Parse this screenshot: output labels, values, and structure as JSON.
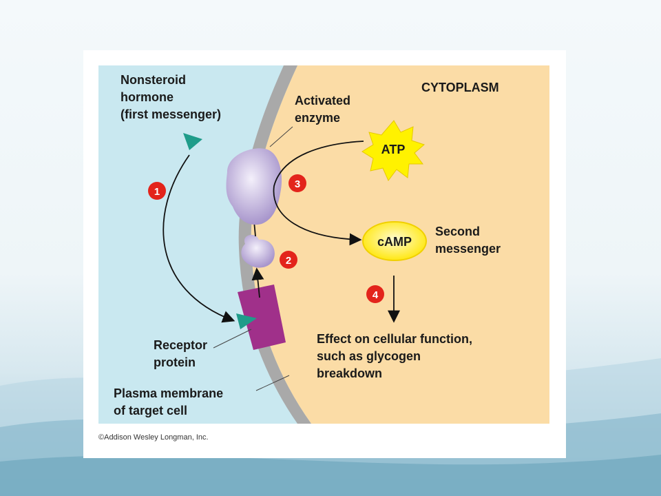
{
  "diagram": {
    "region_label": "CYTOPLASM",
    "hormone_label": [
      "Nonsteroid",
      "hormone",
      "(first messenger)"
    ],
    "enzyme_label": [
      "Activated",
      "enzyme"
    ],
    "atp_label": "ATP",
    "camp_label": "cAMP",
    "second_messenger_label": [
      "Second",
      "messenger"
    ],
    "receptor_label": [
      "Receptor",
      "protein"
    ],
    "membrane_label": [
      "Plasma membrane",
      "of target cell"
    ],
    "effect_label": [
      "Effect on cellular function,",
      "such as glycogen",
      "breakdown"
    ],
    "steps": [
      "1",
      "2",
      "3",
      "4"
    ],
    "copyright": "©Addison Wesley Longman, Inc."
  },
  "colors": {
    "extracellular": "#c9e8f0",
    "cytoplasm": "#fbdca6",
    "membrane": "#a9a9a9",
    "hormone": "#1f9c8a",
    "receptor": "#a0308a",
    "enzyme": "#bcaed8",
    "atp": "#fff200",
    "camp": "#fff200",
    "step_circle": "#e3241b"
  }
}
